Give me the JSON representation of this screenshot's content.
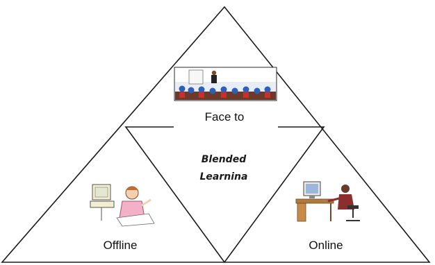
{
  "top": {
    "label": "Face to",
    "image": "classroom-presentation-illustration"
  },
  "center": {
    "line1": "Blended",
    "line2": "Learnina"
  },
  "left": {
    "label": "Offline",
    "image": "person-at-computer-cartoon"
  },
  "right": {
    "label": "Online",
    "image": "computer-desk-workstation-illustration"
  },
  "colors": {
    "line": "#1a1a1a",
    "background": "#ffffff"
  }
}
